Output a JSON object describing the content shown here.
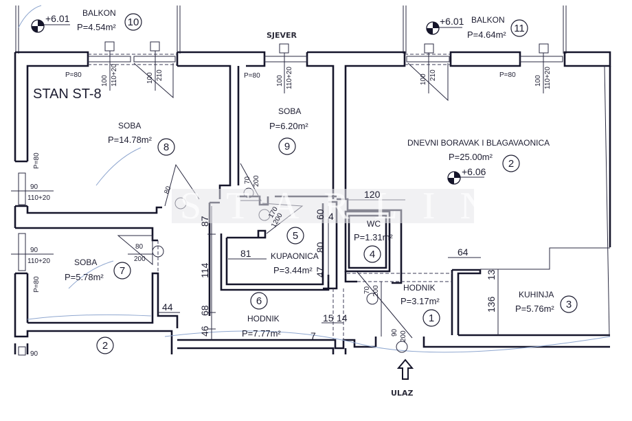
{
  "plan": {
    "title": "STAN ST-8",
    "orientation_label": "SJEVER",
    "entrance_label": "ULAZ",
    "watermark": "STARLING",
    "colors": {
      "ink": "#15152a",
      "paper": "#ffffff",
      "pencil": "#8ea6cf"
    }
  },
  "rooms": [
    {
      "num": "1",
      "name": "HODNIK",
      "area": "P=3.17m²"
    },
    {
      "num": "2",
      "name": "DNEVNI BORAVAK I BLAGAVAONICA",
      "area": "P=25.00m²",
      "level": "+6.06"
    },
    {
      "num": "3",
      "name": "KUHINJA",
      "area": "P=5.76m²"
    },
    {
      "num": "4",
      "name": "WC",
      "area": "P=1.31m²"
    },
    {
      "num": "5",
      "name": "KUPAONICA",
      "area": "P=3.44m²"
    },
    {
      "num": "6",
      "name": "HODNIK",
      "area": "P=7.77m²"
    },
    {
      "num": "7",
      "name": "SOBA",
      "area": "P=5.78m²"
    },
    {
      "num": "8",
      "name": "SOBA",
      "area": "P=14.78m²"
    },
    {
      "num": "9",
      "name": "SOBA",
      "area": "P=6.20m²"
    },
    {
      "num": "10",
      "name": "BALKON",
      "area": "P=4.54m²",
      "level": "+6.01"
    },
    {
      "num": "11",
      "name": "BALKON",
      "area": "P=4.64m²",
      "level": "+6.01"
    }
  ],
  "neighbor_room_num": "2",
  "window_labels": {
    "p80": "P=80",
    "sill_100": "100",
    "h_110_20": "110+20",
    "h_210": "210",
    "w_90": "90",
    "w_70": "70",
    "w_80": "80",
    "h_200": "200",
    "w_170": "170",
    "h_1200": "1200",
    "w_60": "60"
  },
  "dimensions": {
    "d120": "120",
    "d64": "64",
    "d13": "13",
    "d136": "136",
    "d87": "87",
    "d114": "114",
    "d68": "68",
    "d46": "46",
    "d60": "60",
    "d80": "80",
    "d47": "47",
    "d81": "81",
    "d44": "44",
    "d15": "15",
    "d14": "14",
    "d4": "4",
    "d7": "7"
  }
}
